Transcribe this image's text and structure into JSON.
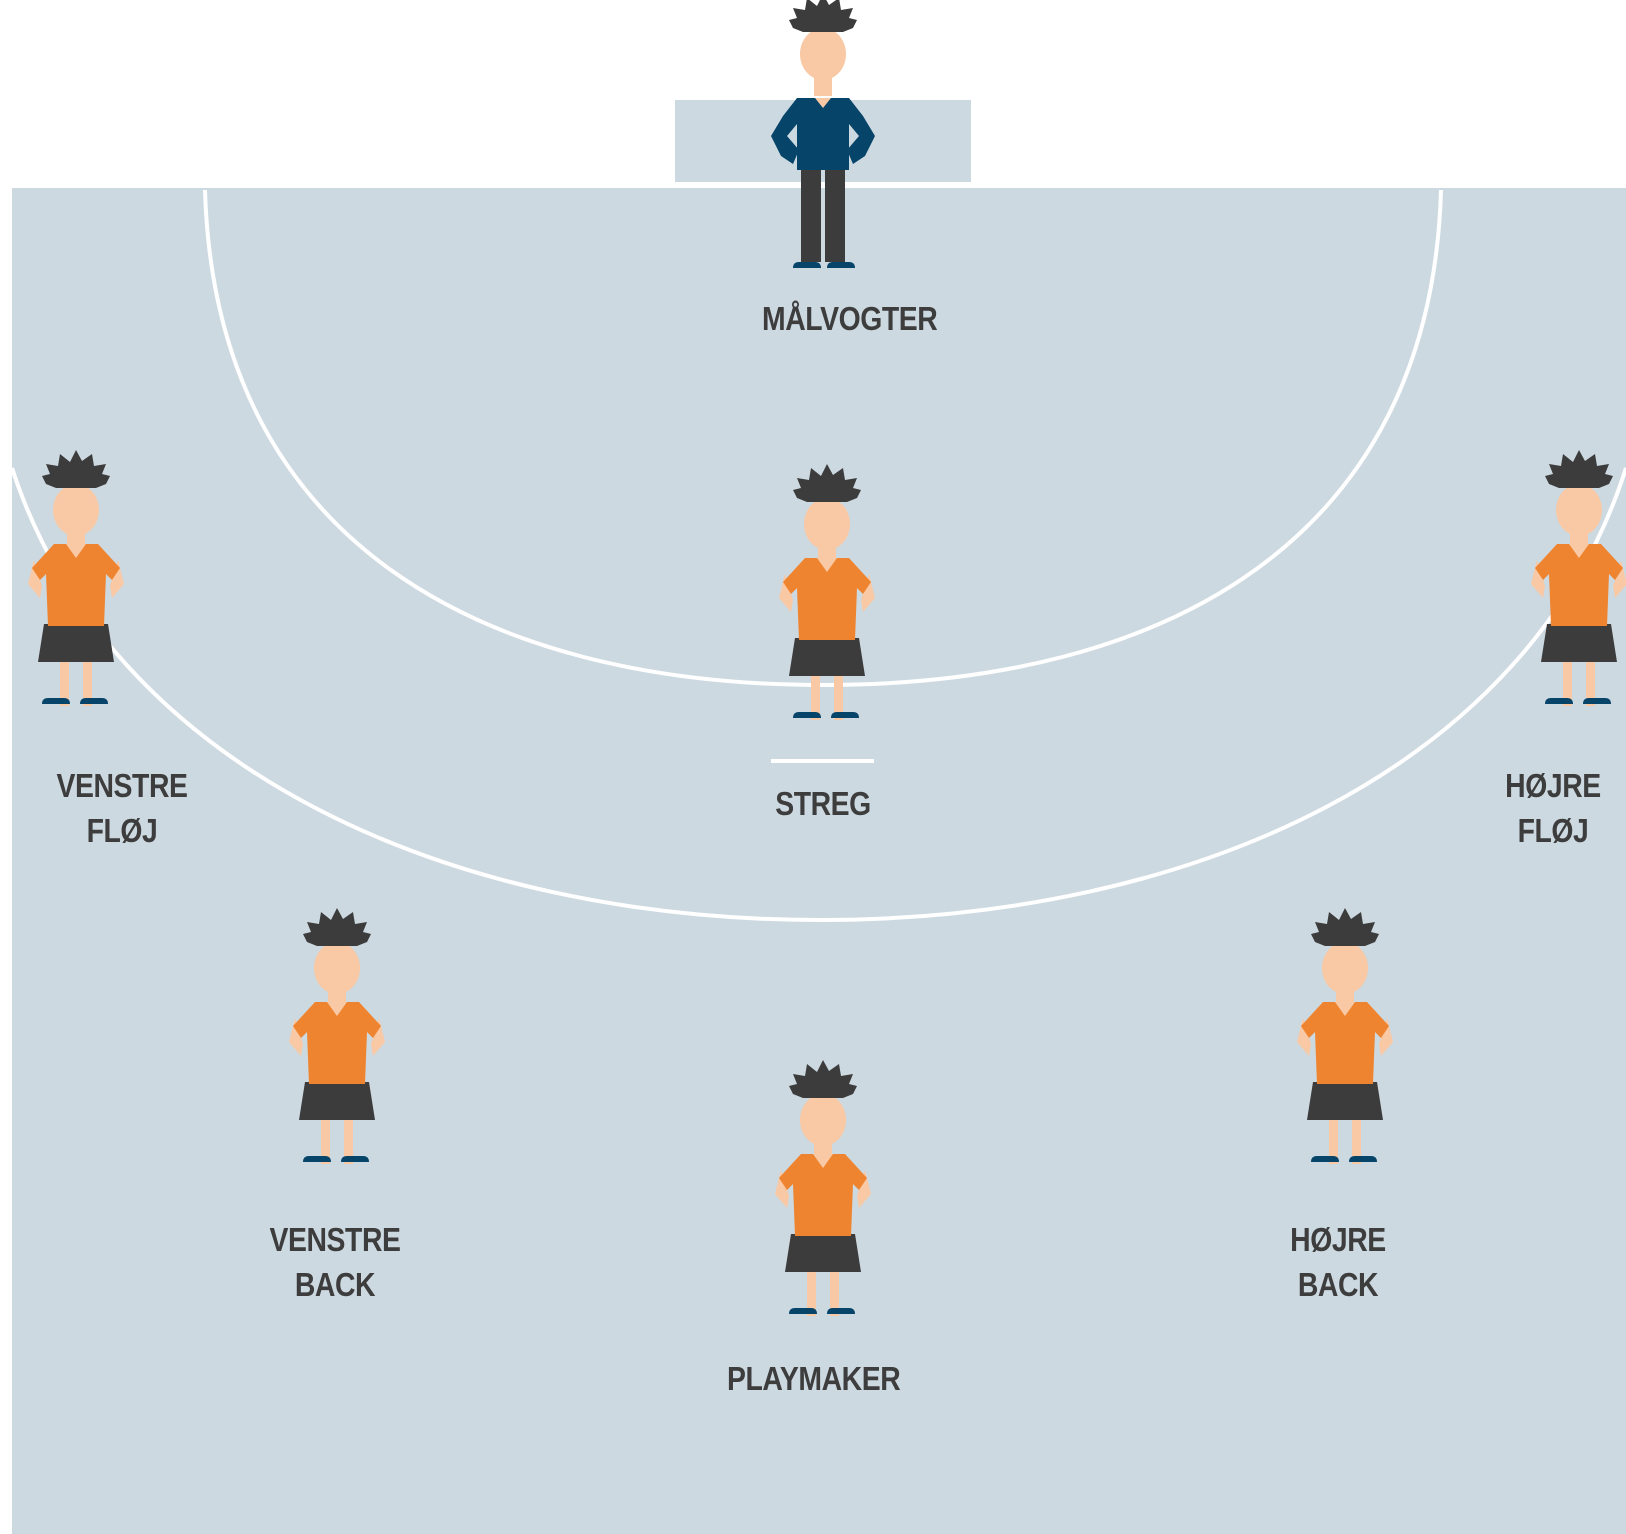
{
  "colors": {
    "court": "#cdd9e1",
    "lines": "#ffffff",
    "jersey": "#ef8430",
    "goalkeeper_shirt": "#074469",
    "shorts": "#3c3c3c",
    "hair": "#3c3c3c",
    "skin": "#f8c9a4",
    "shoes": "#074469",
    "label_text": "#3d3d3d"
  },
  "players": [
    {
      "id": "goalkeeper",
      "role": "goalkeeper",
      "label_lines": [
        "MÅLVOGTER"
      ]
    },
    {
      "id": "left-wing",
      "role": "field",
      "label_lines": [
        "VENSTRE",
        "FLØJ"
      ]
    },
    {
      "id": "pivot",
      "role": "field",
      "label_lines": [
        "STREG"
      ]
    },
    {
      "id": "right-wing",
      "role": "field",
      "label_lines": [
        "HØJRE",
        "FLØJ"
      ]
    },
    {
      "id": "left-back",
      "role": "field",
      "label_lines": [
        "VENSTRE",
        "BACK"
      ]
    },
    {
      "id": "right-back",
      "role": "field",
      "label_lines": [
        "HØJRE",
        "BACK"
      ]
    },
    {
      "id": "playmaker",
      "role": "field",
      "label_lines": [
        "PLAYMAKER"
      ]
    }
  ]
}
